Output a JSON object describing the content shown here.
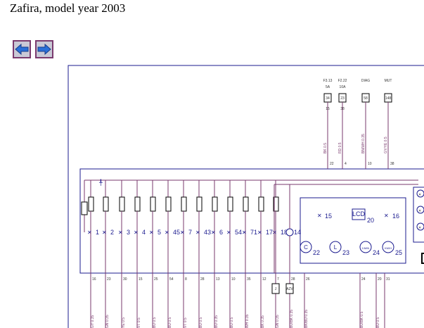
{
  "page": {
    "title": "Zafira, model year 2003"
  },
  "nav": {
    "back": {
      "icon": "arrow-left-icon"
    },
    "forward": {
      "icon": "arrow-right-icon"
    }
  },
  "colors": {
    "frame": "#1b1b8f",
    "wire": "#7a3a6e",
    "button_bg": "#c9c9d6"
  },
  "connectors": [
    {
      "label": "F3.13",
      "sub": "5A",
      "pin": "15",
      "num": "22",
      "box": "34"
    },
    {
      "label": "F2.22",
      "sub": "10A",
      "pin": "38",
      "num": "4",
      "box": "23"
    },
    {
      "label": "DIAG",
      "sub": "",
      "pin": "",
      "num": "10",
      "box": "58"
    },
    {
      "label": "MUT",
      "sub": "",
      "pin": "",
      "num": "38",
      "box": "148"
    }
  ],
  "top_wires": [
    "BK 0.5",
    "RD 0.5",
    "BN/WH 0.35",
    "GY/YE 0.5"
  ],
  "lamps": [
    "1",
    "2",
    "3",
    "4",
    "5",
    "45",
    "7",
    "43",
    "6",
    "54",
    "71",
    "17",
    "18"
  ],
  "lamp_14": "14",
  "gauges": [
    {
      "symbol": "C",
      "num": "22"
    },
    {
      "symbol": "L",
      "num": "23"
    },
    {
      "symbol": "1/MIN",
      "num": "24"
    },
    {
      "symbol": "KM/H",
      "num": "25"
    }
  ],
  "display": {
    "lcd": "LCD",
    "num": "20",
    "lamp_15": "15",
    "lamp_16": "16"
  },
  "bottom_pins": [
    "16",
    "23",
    "30",
    "15",
    "25",
    "54",
    "8",
    "28",
    "13",
    "10",
    "35",
    "12",
    "7",
    "28",
    "26",
    "24",
    "20",
    "31"
  ],
  "bottom_wires": [
    "GY 0.35",
    "GN 0.35",
    "YE 0.5",
    "VT 0.5",
    "BU 0.5",
    "BU 0.5",
    "VT 0.5",
    "BU 0.5",
    "BU 0.35",
    "BU 0.5",
    "WH 0.35",
    "BK 0.35",
    "GN 0.35",
    "BU/BK 0.35",
    "BK/BU 0.35",
    "BU/BK 0.5",
    "BU 0.5"
  ],
  "bottom_boxes": [
    "J",
    "AZV"
  ]
}
